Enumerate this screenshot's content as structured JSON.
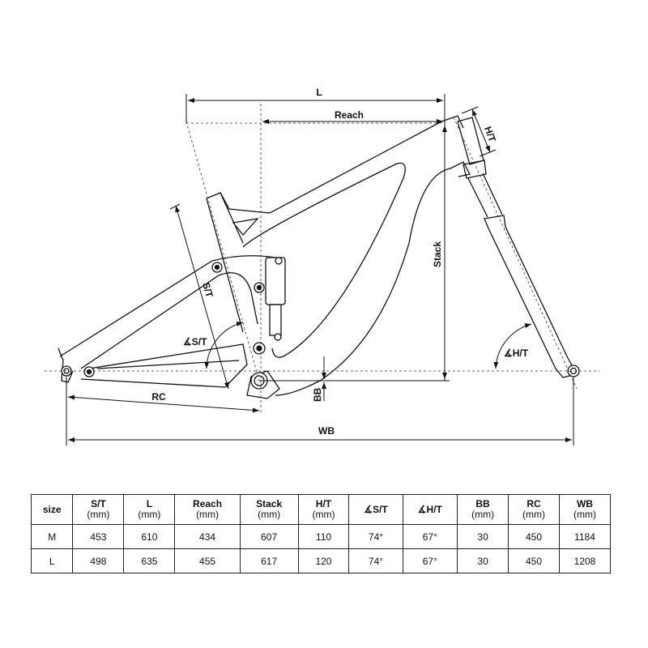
{
  "diagram": {
    "labels": {
      "L": "L",
      "reach": "Reach",
      "ht": "H/T",
      "stack": "Stack",
      "st": "S/T",
      "st_angle": "∡S/T",
      "ht_angle": "∡H/T",
      "rc": "RC",
      "bb": "BB",
      "wb": "WB"
    }
  },
  "table": {
    "headers": [
      {
        "label": "size",
        "unit": ""
      },
      {
        "label": "S/T",
        "unit": "(mm)"
      },
      {
        "label": "L",
        "unit": "(mm)"
      },
      {
        "label": "Reach",
        "unit": "(mm)"
      },
      {
        "label": "Stack",
        "unit": "(mm)"
      },
      {
        "label": "H/T",
        "unit": "(mm)"
      },
      {
        "label": "∡S/T",
        "unit": ""
      },
      {
        "label": "∡H/T",
        "unit": ""
      },
      {
        "label": "BB",
        "unit": "(mm)"
      },
      {
        "label": "RC",
        "unit": "(mm)"
      },
      {
        "label": "WB",
        "unit": "(mm)"
      }
    ],
    "rows": [
      [
        "M",
        "453",
        "610",
        "434",
        "607",
        "110",
        "74°",
        "67°",
        "30",
        "450",
        "1184"
      ],
      [
        "L",
        "498",
        "635",
        "455",
        "617",
        "120",
        "74°",
        "67°",
        "30",
        "450",
        "1208"
      ]
    ]
  }
}
